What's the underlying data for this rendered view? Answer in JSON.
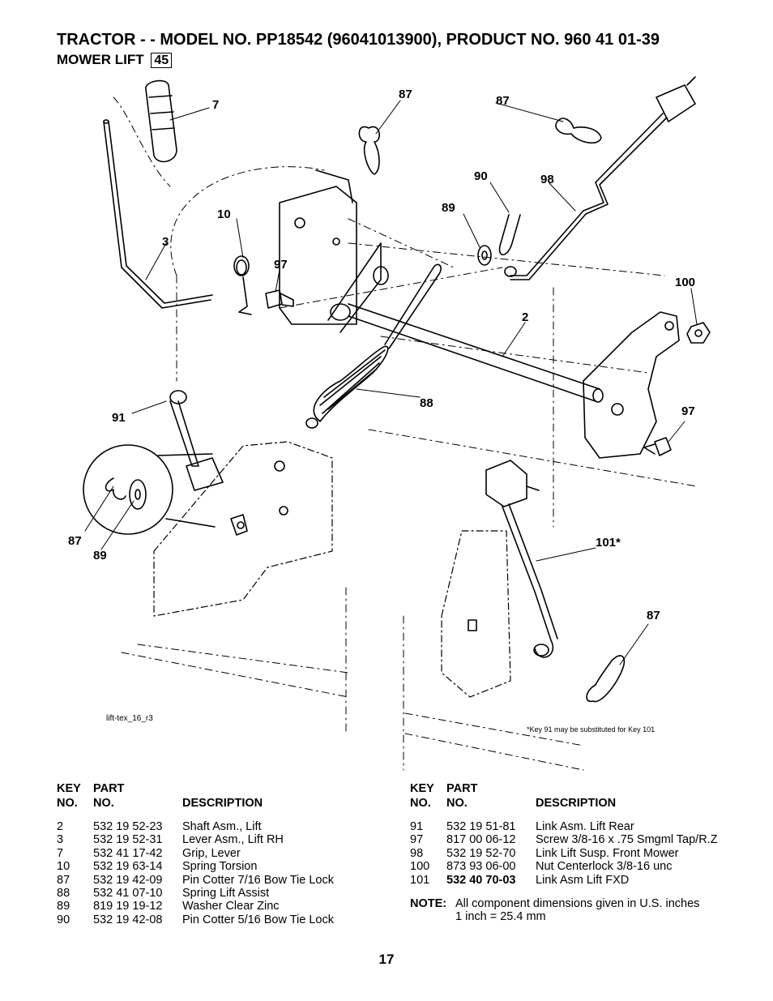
{
  "header": {
    "title": "TRACTOR - - MODEL NO. PP18542  (96041013900), PRODUCT NO. 960 41 01-39",
    "section": "MOWER LIFT",
    "section_number": "45"
  },
  "diagram": {
    "callouts": [
      "7",
      "87",
      "87",
      "10",
      "3",
      "97",
      "90",
      "98",
      "89",
      "100",
      "2",
      "88",
      "91",
      "97",
      "87",
      "89",
      "101*",
      "87"
    ],
    "figure_ref": "lift-tex_16_r3",
    "footnote": "*Key 91 may be substituted for Key 101"
  },
  "table_headers": {
    "key_top": "KEY",
    "key_bottom": "NO.",
    "part_top": "PART",
    "part_bottom": "NO.",
    "description": "DESCRIPTION"
  },
  "parts_left": [
    {
      "key": "2",
      "part": "532 19 52-23",
      "description": "Shaft Asm., Lift"
    },
    {
      "key": "3",
      "part": "532 19 52-31",
      "description": "Lever Asm., Lift RH"
    },
    {
      "key": "7",
      "part": "532 41 17-42",
      "description": "Grip, Lever"
    },
    {
      "key": "10",
      "part": "532 19 63-14",
      "description": "Spring Torsion"
    },
    {
      "key": "87",
      "part": "532 19 42-09",
      "description": "Pin Cotter 7/16 Bow Tie Lock"
    },
    {
      "key": "88",
      "part": "532 41 07-10",
      "description": "Spring Lift Assist"
    },
    {
      "key": "89",
      "part": "819 19 19-12",
      "description": "Washer Clear Zinc"
    },
    {
      "key": "90",
      "part": "532 19 42-08",
      "description": "Pin Cotter 5/16 Bow Tie Lock"
    }
  ],
  "parts_right": [
    {
      "key": "91",
      "part": "532 19 51-81",
      "description": "Link Asm. Lift Rear"
    },
    {
      "key": "97",
      "part": "817 00 06-12",
      "description": "Screw 3/8-16 x .75 Smgml Tap/R.Z"
    },
    {
      "key": "98",
      "part": "532 19 52-70",
      "description": "Link Lift Susp. Front Mower"
    },
    {
      "key": "100",
      "part": "873 93 06-00",
      "description": "Nut Centerlock 3/8-16 unc"
    },
    {
      "key": "101",
      "part": "532 40 70-03",
      "description": "Link Asm Lift FXD"
    }
  ],
  "note": {
    "label": "NOTE:",
    "line1": "All component dimensions given in U.S. inches",
    "line2": "1 inch = 25.4 mm"
  },
  "page_number": "17"
}
